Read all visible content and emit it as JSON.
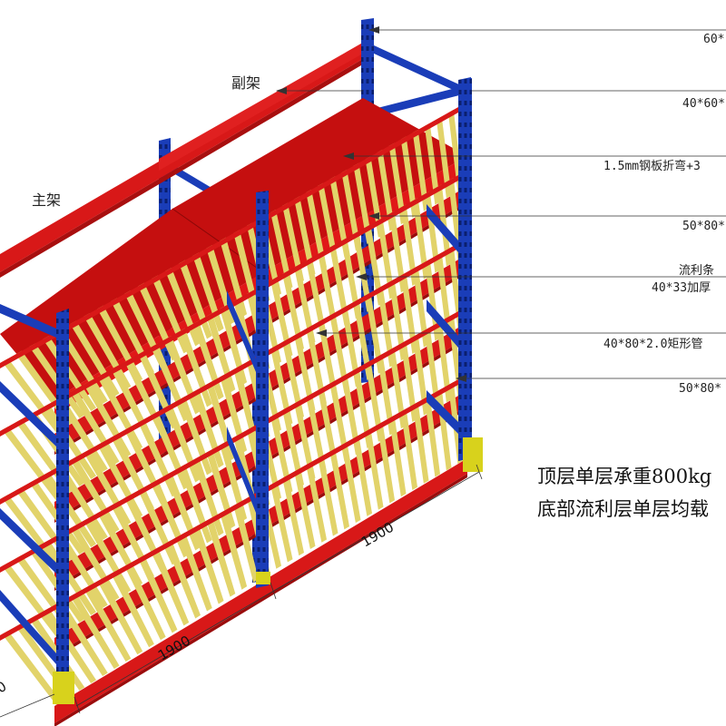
{
  "frames": {
    "sub": "副架",
    "main": "主架"
  },
  "callouts": [
    "60*",
    "40*60*",
    "1.5mm钢板折弯+3",
    "50*80*",
    "流利条",
    "40*33加厚",
    "40*80*2.0矩形管",
    "50*80*"
  ],
  "notes": {
    "line1": "顶层单层承重800kg",
    "line2": "底部流利层单层均载"
  },
  "dimensions": {
    "back_width": "1900",
    "front_width": "1900",
    "depth_partial": "0"
  },
  "colors": {
    "upright": "#1a3db8",
    "beam": "#d81818",
    "deck": "#c50f0f",
    "roller": "#e2d36a",
    "foot": "#d8d21c"
  }
}
